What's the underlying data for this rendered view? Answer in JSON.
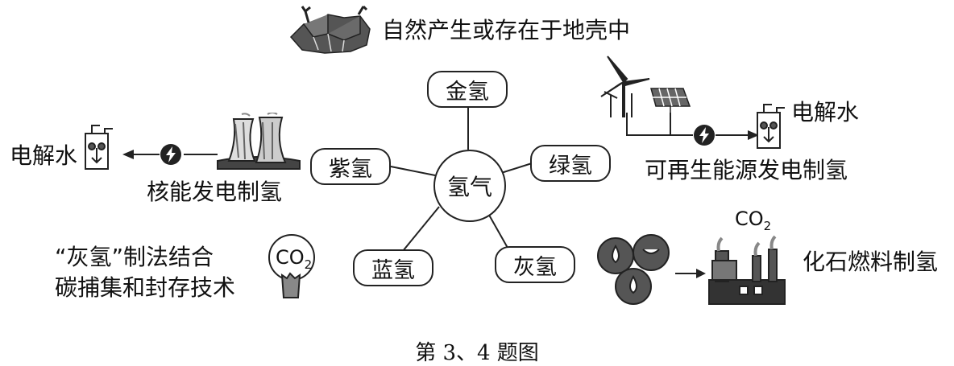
{
  "center": {
    "label": "氢气"
  },
  "nodes": {
    "gold": "金氢",
    "green": "绿氢",
    "purple": "紫氢",
    "blue": "蓝氢",
    "grey": "灰氢"
  },
  "annotations": {
    "natural": "自然产生或存在于地壳中",
    "electrolysis_right": "电解水",
    "renewable": "可再生能源发电制氢",
    "electrolysis_left": "电解水",
    "nuclear": "核能发电制氢",
    "grey_ccs_line1": "“灰氢”制法结合",
    "grey_ccs_line2": "碳捕集和封存技术",
    "fossil": "化石燃料制氢",
    "co2_left": "CO",
    "co2_left_sub": "2",
    "co2_right": "CO",
    "co2_right_sub": "2"
  },
  "caption": "第 3、4 题图",
  "icons": [
    "rock-icon",
    "wind-turbine-icon",
    "solar-panel-icon",
    "lightning-icon",
    "electrolyzer-icon",
    "nuclear-plant-icon",
    "co2-capture-icon",
    "fossil-fuel-drops-icon",
    "factory-icon"
  ]
}
